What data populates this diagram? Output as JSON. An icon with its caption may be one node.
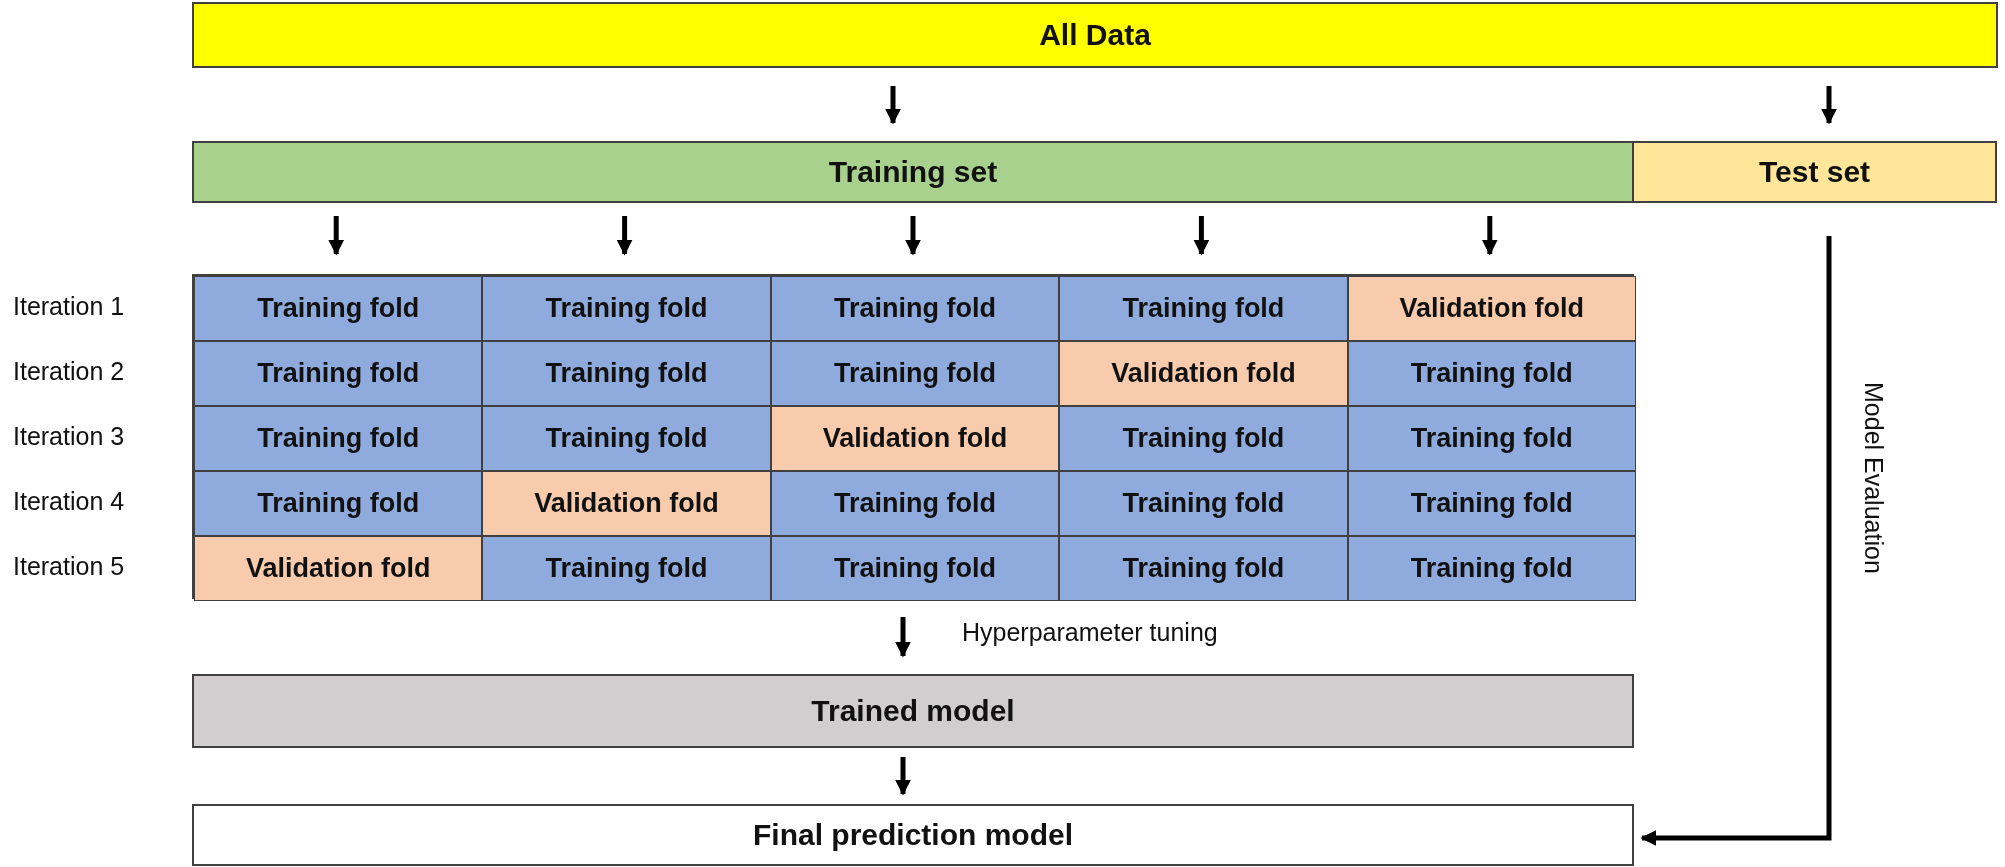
{
  "diagram": {
    "nodes": [
      {
        "text": [
          "All Data"
        ]
      },
      {
        "text": [
          "Training set"
        ]
      },
      {
        "text": [
          "Test set"
        ]
      },
      {
        "text": [],
        "shape": "box"
      },
      {
        "text": [
          "Training fold"
        ],
        "in": 3
      },
      {
        "text": [
          "Training fold"
        ],
        "in": 3
      },
      {
        "text": [
          "Training fold"
        ],
        "in": 3
      },
      {
        "text": [
          "Training fold"
        ],
        "in": 3
      },
      {
        "text": [
          "Validation fold"
        ],
        "in": 3
      },
      {
        "text": [
          "Training fold"
        ],
        "in": 3
      },
      {
        "text": [
          "Training fold"
        ],
        "in": 3
      },
      {
        "text": [
          "Training fold"
        ],
        "in": 3
      },
      {
        "text": [
          "Validation fold"
        ],
        "in": 3
      },
      {
        "text": [
          "Training fold"
        ],
        "in": 3
      },
      {
        "text": [
          "Training fold"
        ],
        "in": 3
      },
      {
        "text": [
          "Training fold"
        ],
        "in": 3
      },
      {
        "text": [
          "Validation fold"
        ],
        "in": 3
      },
      {
        "text": [
          "Training fold"
        ],
        "in": 3
      },
      {
        "text": [
          "Training fold"
        ],
        "in": 3
      },
      {
        "text": [
          "Training fold"
        ],
        "in": 3
      },
      {
        "text": [
          "Validation fold"
        ],
        "in": 3
      },
      {
        "text": [
          "Training fold"
        ],
        "in": 3
      },
      {
        "text": [
          "Training fold"
        ],
        "in": 3
      },
      {
        "text": [
          "Training fold"
        ],
        "in": 3
      },
      {
        "text": [
          "Validation fold"
        ],
        "in": 3
      },
      {
        "text": [
          "Training fold"
        ],
        "in": 3
      },
      {
        "text": [
          "Training fold"
        ],
        "in": 3
      },
      {
        "text": [
          "Training fold"
        ],
        "in": 3
      },
      {
        "text": [
          "Training fold"
        ],
        "in": 3
      },
      {
        "text": [
          "Trained model"
        ]
      },
      {
        "text": [
          "Final prediction model"
        ]
      }
    ],
    "edges": [
      {
        "from": 0,
        "to": 1,
        "arrow": "to"
      },
      {
        "from": 0,
        "to": 2,
        "arrow": "to"
      },
      {
        "from": 1,
        "to": 4,
        "arrow": "to"
      },
      {
        "from": 1,
        "to": 5,
        "arrow": "to"
      },
      {
        "from": 1,
        "to": 6,
        "arrow": "to"
      },
      {
        "from": 1,
        "to": 7,
        "arrow": "to"
      },
      {
        "from": 1,
        "to": 8,
        "arrow": "to"
      },
      {
        "from": 3,
        "to": 29,
        "arrow": "to",
        "label": "Hyperparameter tuning"
      },
      {
        "from": 29,
        "to": 30,
        "arrow": "to"
      },
      {
        "from": 2,
        "to": 30,
        "arrow": "to",
        "label": "Model Evaluation"
      }
    ],
    "labels": [
      "Iteration 1",
      "Iteration 2",
      "Iteration 3",
      "Iteration 4",
      "Iteration 5"
    ]
  }
}
